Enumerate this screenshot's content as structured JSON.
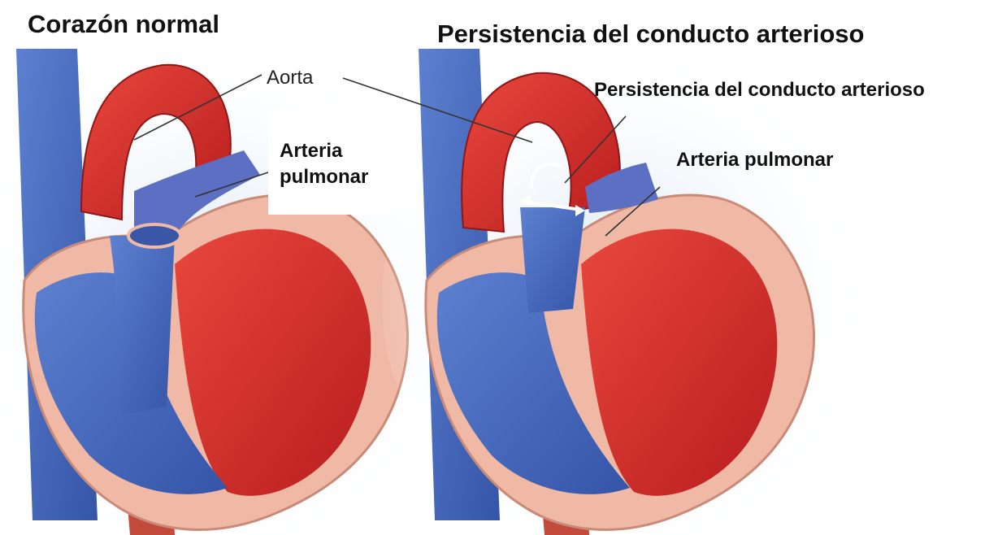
{
  "panels": {
    "left": {
      "title": "Corazón normal"
    },
    "right": {
      "title": "Persistencia del conducto arterioso"
    }
  },
  "labels": {
    "aorta": "Aorta",
    "left_pulmonary_artery": "Arteria\npulmonar",
    "ductus_arteriosus": "Persistencia del conducto arterioso",
    "right_pulmonary_artery": "Arteria pulmonar"
  },
  "colors": {
    "oxygenated_blood": "#d8302a",
    "deoxygenated_blood": "#4a6fc4",
    "heart_wall": "#f0b9a6",
    "label_box": "#ffffff"
  }
}
